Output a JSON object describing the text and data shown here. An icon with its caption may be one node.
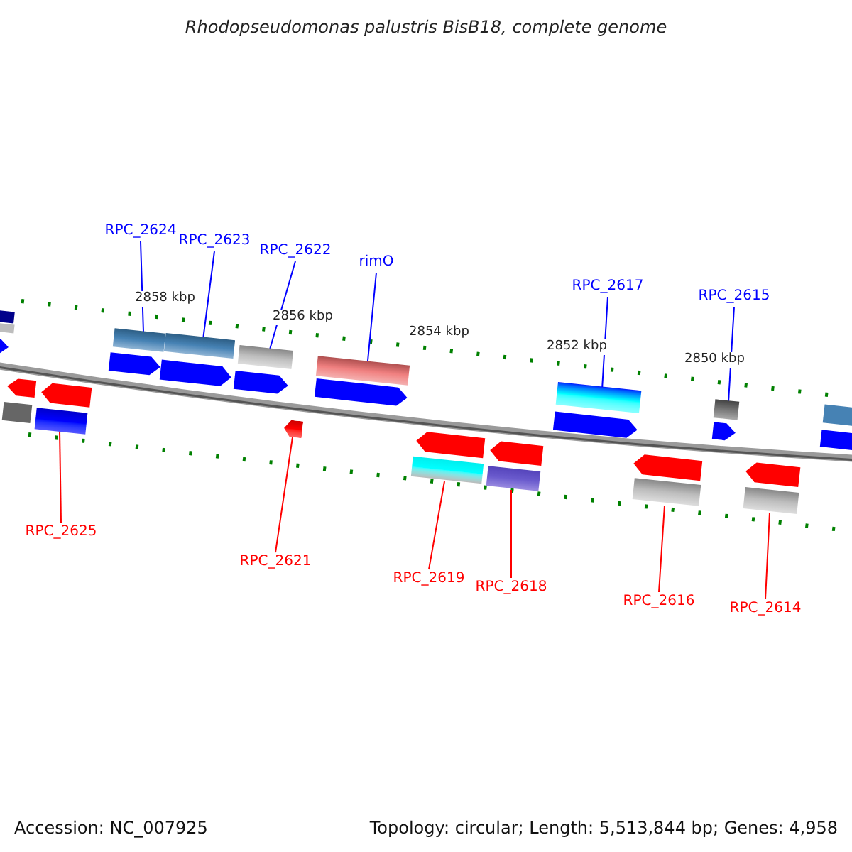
{
  "diagram": {
    "title": "Rhodopseudomonas palustris BisB18, complete genome",
    "nodes": [
      {
        "text": [
          "RPC_2624"
        ]
      },
      {
        "text": [
          "RPC_2623"
        ]
      },
      {
        "text": [
          "RPC_2622"
        ]
      },
      {
        "text": [
          "rimO"
        ]
      },
      {
        "text": [
          "RPC_2617"
        ]
      },
      {
        "text": [
          "RPC_2615"
        ]
      },
      {
        "text": [
          "RPC_2625"
        ]
      },
      {
        "text": [
          "RPC_2621"
        ]
      },
      {
        "text": [
          "RPC_2619"
        ]
      },
      {
        "text": [
          "RPC_2618"
        ]
      },
      {
        "text": [
          "RPC_2616"
        ]
      },
      {
        "text": [
          "RPC_2614"
        ]
      },
      {
        "text": [],
        "shape": "bar"
      },
      {
        "text": [],
        "shape": "bar"
      },
      {
        "text": [],
        "shape": "bar"
      },
      {
        "text": [],
        "shape": "bar"
      },
      {
        "text": [],
        "shape": "bar"
      },
      {
        "text": [],
        "shape": "bar"
      },
      {
        "text": [],
        "shape": "bar"
      },
      {
        "text": [],
        "shape": "bar"
      },
      {
        "text": [],
        "shape": "bar"
      },
      {
        "text": [],
        "shape": "bar"
      },
      {
        "text": [],
        "shape": "bar"
      },
      {
        "text": [],
        "shape": "bar"
      }
    ],
    "edges": [
      {
        "from": 0,
        "to": 12,
        "arrow": "none"
      },
      {
        "from": 1,
        "to": 13,
        "arrow": "none"
      },
      {
        "from": 2,
        "to": 14,
        "arrow": "none"
      },
      {
        "from": 3,
        "to": 15,
        "arrow": "none"
      },
      {
        "from": 4,
        "to": 16,
        "arrow": "none"
      },
      {
        "from": 5,
        "to": 17,
        "arrow": "none"
      },
      {
        "from": 6,
        "to": 18,
        "arrow": "none",
        "color": "#ff0000"
      },
      {
        "from": 7,
        "to": 19,
        "arrow": "none",
        "color": "#ff0000"
      },
      {
        "from": 8,
        "to": 20,
        "arrow": "none",
        "color": "#ff0000"
      },
      {
        "from": 9,
        "to": 21,
        "arrow": "none",
        "color": "#ff0000"
      },
      {
        "from": 10,
        "to": 22,
        "arrow": "none",
        "color": "#ff0000"
      },
      {
        "from": 11,
        "to": 23,
        "arrow": "none",
        "color": "#ff0000"
      }
    ],
    "labels": [
      "2858 kbp",
      "2856 kbp",
      "2854 kbp",
      "2852 kbp",
      "2850 kbp",
      "Accession: NC_007925",
      "Topology: circular; Length: 5,513,844 bp; Genes: 4,958"
    ]
  }
}
